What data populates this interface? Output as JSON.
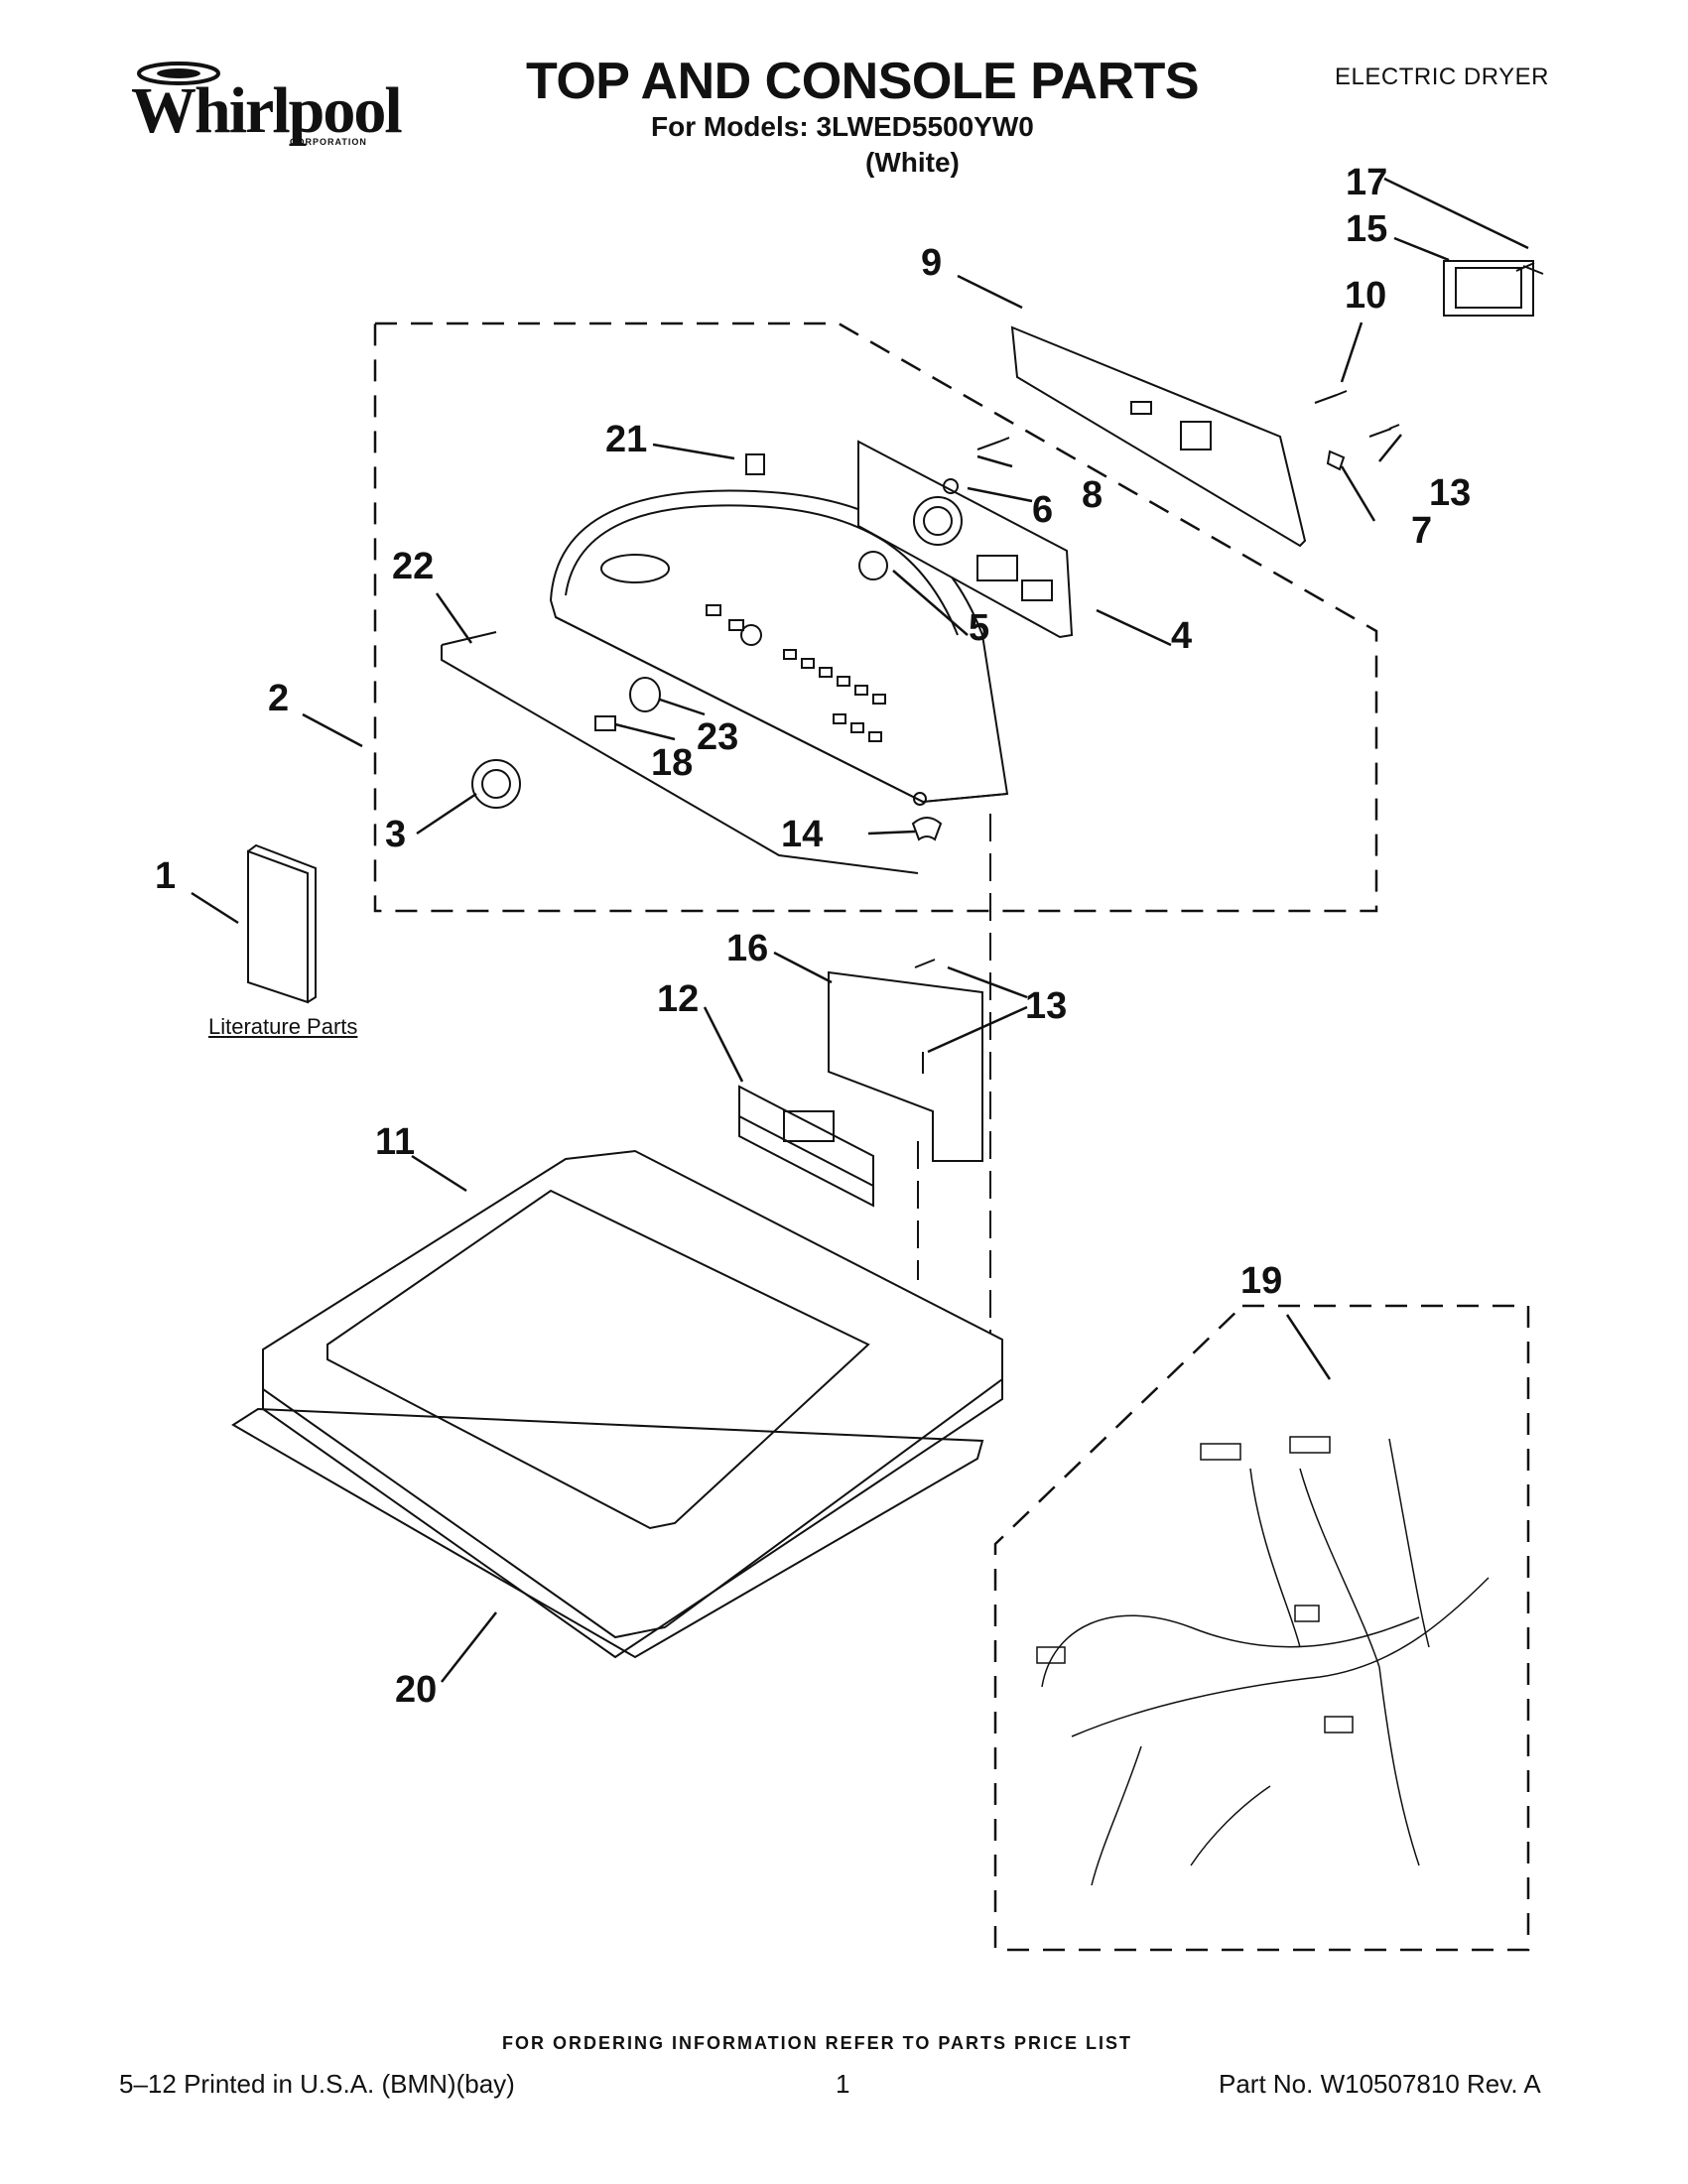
{
  "header": {
    "brand": "Whirlpool",
    "brand_sub": "CORPORATION",
    "title": "TOP AND CONSOLE PARTS",
    "subtitle": "For Models: 3LWED5500YW0",
    "color_note": "(White)",
    "product_type": "ELECTRIC DRYER"
  },
  "callouts": [
    "1",
    "2",
    "3",
    "4",
    "5",
    "6",
    "7",
    "8",
    "9",
    "10",
    "11",
    "12",
    "13",
    "13",
    "14",
    "15",
    "16",
    "17",
    "18",
    "19",
    "20",
    "21",
    "22",
    "23"
  ],
  "literature_label": "Literature Parts",
  "footer": {
    "order_note": "FOR ORDERING INFORMATION REFER TO PARTS PRICE LIST",
    "printed": "5–12 Printed in U.S.A. (BMN)(bay)",
    "page": "1",
    "part_no": "Part No. W10507810 Rev. A"
  }
}
